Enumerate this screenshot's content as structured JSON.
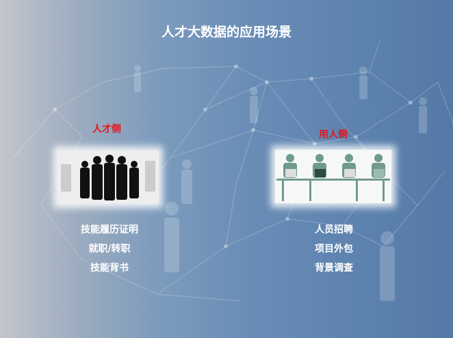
{
  "title": "人才大数据的应用场景",
  "left": {
    "label": "人才侧",
    "image": "business-people-silhouettes",
    "items": [
      "技能履历证明",
      "就职/转职",
      "技能背书"
    ]
  },
  "right": {
    "label": "用人侧",
    "image": "people-at-laptops",
    "items": [
      "人员招聘",
      "项目外包",
      "背景调查"
    ]
  },
  "colors": {
    "label": "#e8141c",
    "text": "#ffffff",
    "background": "#5c82ae"
  }
}
